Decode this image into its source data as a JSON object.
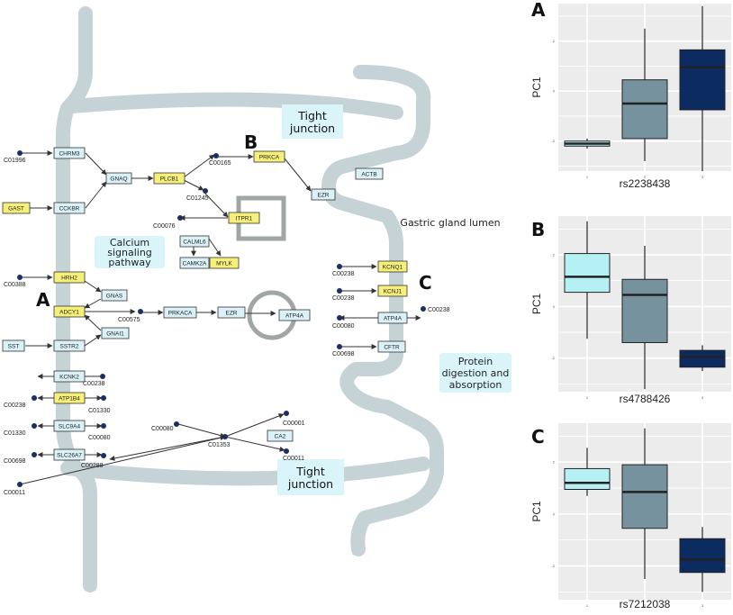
{
  "membrane_color": "#c5d2d6",
  "gene_fill": "#d9f1f7",
  "highlight_fill": "#f6f07a",
  "compound_color": "#1b2f66",
  "diagram": {
    "markers": [
      "A",
      "B",
      "C"
    ],
    "labels": {
      "tight_junction_1": "Tight junction",
      "tight_junction_2": "Tight junction",
      "calcium": "Calcium signaling pathway",
      "gastric_lumen": "Gastric gland lumen",
      "protein": "Protein digestion and absorption"
    },
    "genes": [
      "CHRM3",
      "GNAQ",
      "PLCB1",
      "PRKCA",
      "ACTB",
      "EZR",
      "GAST",
      "CCKBR",
      "ITPR1",
      "CALML6",
      "CAMK2A",
      "MYLK",
      "HRH2",
      "GNAS",
      "ADCY1",
      "PRKACA",
      "EZR",
      "ATP4A",
      "GNAI1",
      "SST",
      "SSTR2",
      "KCNK2",
      "ATP1B4",
      "SLC9A4",
      "SLC26A7",
      "CA2",
      "KCNQ1",
      "KCNJ1",
      "ATP4A",
      "CFTR"
    ],
    "highlighted_genes": [
      "GAST",
      "PLCB1",
      "PRKCA",
      "ITPR1",
      "MYLK",
      "HRH2",
      "ADCY1",
      "ATP1B4",
      "KCNQ1",
      "KCNJ1"
    ],
    "compounds": [
      "C01996",
      "C00165",
      "C01245",
      "C00076",
      "C00388",
      "C00575",
      "C00238",
      "C00238",
      "C01330",
      "C01330",
      "C00080",
      "C00698",
      "C00288",
      "C00011",
      "C00080",
      "C01353",
      "C00001",
      "C00011",
      "C00238",
      "C00238",
      "C00238",
      "C00080",
      "C00698"
    ]
  },
  "chart_data": [
    {
      "type": "boxplot",
      "panel": "A",
      "xlabel": "rs2238438",
      "ylabel": "PC1",
      "categories": [
        "1",
        "2",
        "3"
      ],
      "yticks": [
        "2",
        "0",
        "-2"
      ],
      "ylim": [
        -3.2,
        3.5
      ],
      "colors": [
        "#b5f1f4",
        "#75929e",
        "#0c2b61"
      ],
      "boxes": [
        {
          "min": -2.3,
          "q1": -2.2,
          "median": -2.1,
          "q3": -2.0,
          "max": -1.9
        },
        {
          "min": -2.8,
          "q1": -1.9,
          "median": -0.5,
          "q3": 0.45,
          "max": 2.5
        },
        {
          "min": -3.2,
          "q1": -0.75,
          "median": 0.95,
          "q3": 1.65,
          "max": 3.4
        }
      ]
    },
    {
      "type": "boxplot",
      "panel": "B",
      "xlabel": "rs4788426",
      "ylabel": "PC1",
      "categories": [
        "1",
        "2",
        "3"
      ],
      "yticks": [
        "2",
        "0",
        "-2"
      ],
      "ylim": [
        -3.3,
        3.5
      ],
      "colors": [
        "#b5f1f4",
        "#75929e",
        "#0c2b61"
      ],
      "boxes": [
        {
          "min": -1.25,
          "q1": 0.55,
          "median": 1.15,
          "q3": 2.05,
          "max": 3.3
        },
        {
          "min": -3.2,
          "q1": -1.4,
          "median": 0.45,
          "q3": 1.05,
          "max": 2.35
        },
        {
          "min": -2.5,
          "q1": -2.35,
          "median": -1.95,
          "q3": -1.7,
          "max": -1.5
        }
      ]
    },
    {
      "type": "boxplot",
      "panel": "C",
      "xlabel": "rs7212038",
      "ylabel": "PC1",
      "categories": [
        "1",
        "2",
        "3"
      ],
      "yticks": [
        "2",
        "0",
        "-2"
      ],
      "ylim": [
        -3.3,
        3.5
      ],
      "colors": [
        "#b5f1f4",
        "#75929e",
        "#0c2b61"
      ],
      "boxes": [
        {
          "min": 0.7,
          "q1": 0.95,
          "median": 1.2,
          "q3": 1.75,
          "max": 2.55
        },
        {
          "min": -2.5,
          "q1": -0.55,
          "median": 0.85,
          "q3": 1.9,
          "max": 3.3
        },
        {
          "min": -3.0,
          "q1": -2.25,
          "median": -1.75,
          "q3": -0.95,
          "max": -0.5
        }
      ]
    }
  ]
}
